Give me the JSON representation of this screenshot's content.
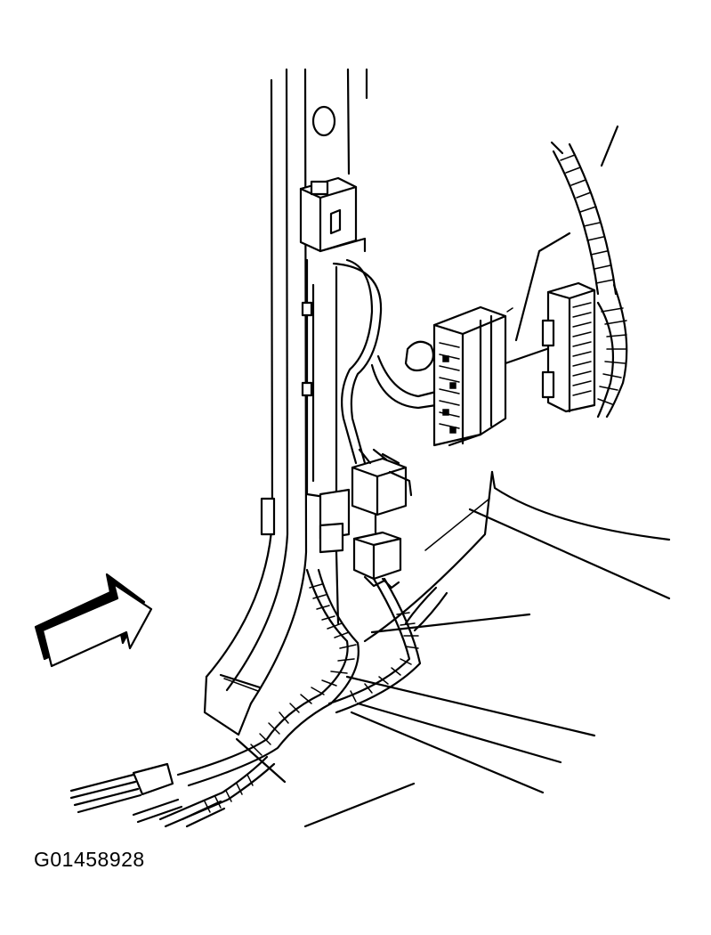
{
  "figure": {
    "id_label": "G01458928",
    "components": [
      "pillar-trim",
      "body-wiring-harness",
      "harness-connector",
      "inline-connector",
      "view-arrow",
      "floor-panel"
    ]
  }
}
